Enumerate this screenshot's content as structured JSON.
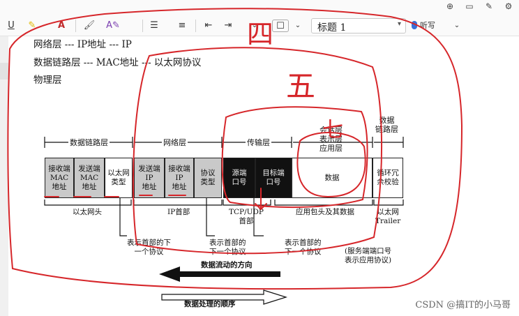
{
  "toolbar": {
    "underline_label": "U",
    "style_value": "标题 1",
    "dictate_label": "听写"
  },
  "document": {
    "lines": [
      "网络层 --- IP地址 --- IP",
      "数据链路层 --- MAC地址 --- 以太网协议",
      "物理层"
    ]
  },
  "figure": {
    "sections": {
      "datalink": "数据链路层",
      "network": "网络层",
      "transport": "传输层",
      "upper": [
        "会话层",
        "表示层",
        "应用层"
      ],
      "datalink2": [
        "数据",
        "链路层"
      ]
    },
    "cells": {
      "dst_mac": [
        "接收端",
        "MAC",
        "地址"
      ],
      "src_mac": [
        "发送端",
        "MAC",
        "地址"
      ],
      "eth_type": [
        "以太网",
        "类型"
      ],
      "src_ip": [
        "发送端",
        "IP",
        "地址"
      ],
      "dst_ip": [
        "接收端",
        "IP",
        "地址"
      ],
      "proto_type": [
        "协议",
        "类型"
      ],
      "src_port": [
        "源端",
        "口号"
      ],
      "dst_port": [
        "目标端",
        "口号"
      ],
      "data": "数据",
      "crc": [
        "循环冗",
        "余校验"
      ]
    },
    "below": {
      "eth_header": "以太网头",
      "ip_header": "IP首部",
      "tcp_header": [
        "TCP/UDP",
        "首部"
      ],
      "app_header": "应用包头及其数据",
      "eth_trailer": [
        "以太网",
        "Trailer"
      ]
    },
    "notes": {
      "next_proto_1": [
        "表示首部的下",
        "一个协议"
      ],
      "next_proto_2": [
        "表示首部的",
        "下一个协议"
      ],
      "next_proto_3": [
        "表示首部的",
        "下一个协议"
      ],
      "server_port": [
        "(服务端端口号",
        "表示应用协议)"
      ]
    },
    "flow_data": "数据流动的方向",
    "flow_process": "数据处理的顺序"
  },
  "handwriting": {
    "char1": "四",
    "char2": "五",
    "char3": "七"
  },
  "watermark": "CSDN @搞IT的小马哥"
}
